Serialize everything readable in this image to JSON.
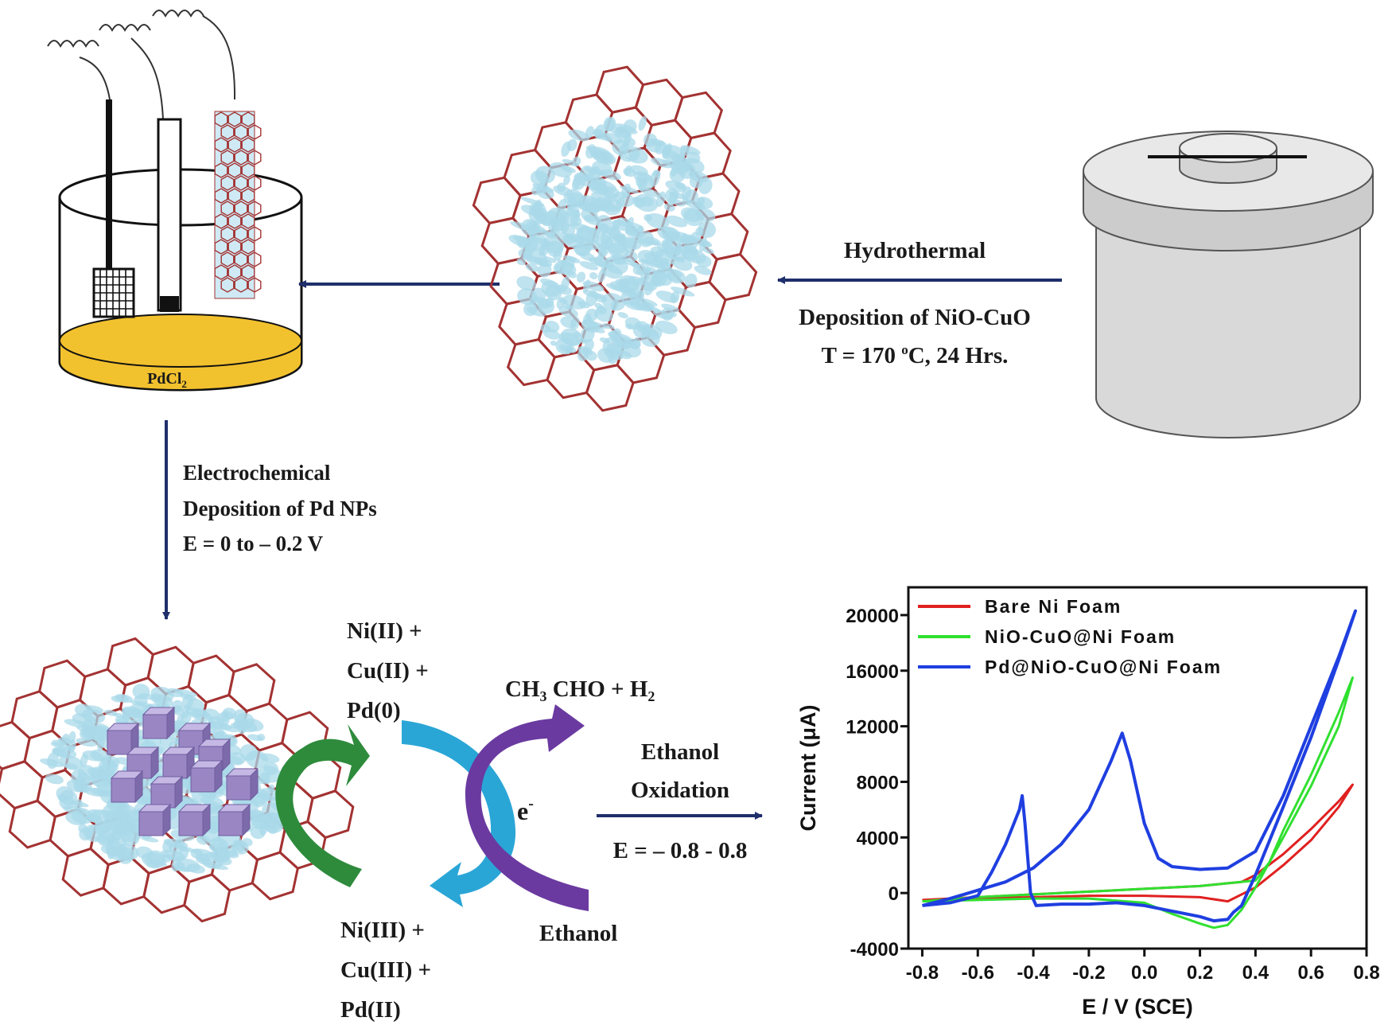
{
  "step1": {
    "line1": "Hydrothermal",
    "line2": "Deposition of NiO-CuO",
    "line3_pre": "T = 170 ",
    "line3_sup": "o",
    "line3_post": "C, 24 Hrs."
  },
  "step2": {
    "line1": "Electrochemical",
    "line2": "Deposition of Pd NPs",
    "line3": "E = 0 to – 0.2 V"
  },
  "beaker": {
    "solution_pre": "PdCl",
    "solution_sub": "2"
  },
  "cycle": {
    "top_left": [
      "Ni(II) +",
      "Cu(II) +",
      "Pd(0)"
    ],
    "bottom_left": [
      "Ni(III) +",
      "Cu(III) +",
      "Pd(II)"
    ],
    "product_a": "CH",
    "product_a_sub": "3",
    "product_b": " CHO + H",
    "product_b_sub": "2",
    "electron": "e",
    "electron_sup": "-",
    "reactant": "Ethanol"
  },
  "step3": {
    "line1": "Ethanol",
    "line2": "Oxidation",
    "line3": "E = – 0.8 - 0.8"
  },
  "colors": {
    "hexagon": "#a33232",
    "deposit": "#a9d9ea",
    "cube": "#9b86c4",
    "arrow": "#1f2f6b",
    "solution": "#f2c12e",
    "green_arrow": "#2e8b3c",
    "cyan_arrow": "#2aa6d6",
    "purple_arrow": "#6a3aa0"
  },
  "chart_data": {
    "type": "line",
    "xlabel": "E  / V (SCE)",
    "ylabel": "Current (μA)",
    "xlim": [
      -0.85,
      0.8
    ],
    "ylim": [
      -4000,
      22000
    ],
    "xticks": [
      "-0.8",
      "-0.6",
      "-0.4",
      "-0.2",
      "0.0",
      "0.2",
      "0.4",
      "0.6",
      "0.8"
    ],
    "xtick_values": [
      -0.8,
      -0.6,
      -0.4,
      -0.2,
      0.0,
      0.2,
      0.4,
      0.6,
      0.8
    ],
    "yticks": [
      "-4000",
      "0",
      "4000",
      "8000",
      "12000",
      "16000",
      "20000"
    ],
    "ytick_values": [
      -4000,
      0,
      4000,
      8000,
      12000,
      16000,
      20000
    ],
    "legend": "top-left",
    "series": [
      {
        "name": "Bare Ni Foam",
        "color": "#e02020",
        "x": [
          -0.8,
          -0.6,
          -0.4,
          -0.2,
          0.0,
          0.2,
          0.3,
          0.4,
          0.5,
          0.6,
          0.7,
          0.75,
          0.7,
          0.6,
          0.5,
          0.4,
          0.35,
          0.3,
          0.2,
          0.0,
          -0.2,
          -0.4,
          -0.6,
          -0.8
        ],
        "y": [
          -500,
          -400,
          -300,
          -200,
          -200,
          -300,
          -600,
          400,
          2000,
          3800,
          6200,
          7800,
          6600,
          4600,
          2800,
          1300,
          800,
          700,
          500,
          300,
          100,
          -100,
          -300,
          -500
        ]
      },
      {
        "name": "NiO-CuO@Ni Foam",
        "color": "#30e030",
        "x": [
          -0.8,
          -0.6,
          -0.4,
          -0.2,
          0.0,
          0.1,
          0.2,
          0.25,
          0.3,
          0.35,
          0.4,
          0.5,
          0.6,
          0.7,
          0.75,
          0.7,
          0.6,
          0.5,
          0.45,
          0.4,
          0.3,
          0.2,
          0.0,
          -0.2,
          -0.4,
          -0.6,
          -0.8
        ],
        "y": [
          -600,
          -500,
          -400,
          -400,
          -700,
          -1500,
          -2200,
          -2500,
          -2300,
          -1200,
          400,
          4000,
          7700,
          12000,
          15500,
          13000,
          8500,
          4500,
          2200,
          900,
          700,
          500,
          300,
          100,
          -100,
          -300,
          -600
        ]
      },
      {
        "name": "Pd@NiO-CuO@Ni Foam",
        "color": "#1f3fe0",
        "x": [
          -0.8,
          -0.7,
          -0.6,
          -0.55,
          -0.5,
          -0.45,
          -0.44,
          -0.43,
          -0.41,
          -0.39,
          -0.3,
          -0.2,
          -0.1,
          0.0,
          0.1,
          0.2,
          0.25,
          0.3,
          0.32,
          0.35,
          0.4,
          0.5,
          0.6,
          0.7,
          0.76,
          0.7,
          0.6,
          0.5,
          0.4,
          0.3,
          0.2,
          0.1,
          0.05,
          0.0,
          -0.05,
          -0.08,
          -0.12,
          -0.2,
          -0.3,
          -0.4,
          -0.5,
          -0.6,
          -0.65,
          -0.7,
          -0.8
        ],
        "y": [
          -900,
          -700,
          -200,
          1500,
          3500,
          6000,
          7000,
          5000,
          0,
          -900,
          -800,
          -800,
          -700,
          -900,
          -1300,
          -1700,
          -2000,
          -1900,
          -1400,
          -900,
          1300,
          6200,
          11200,
          16800,
          20300,
          17000,
          12000,
          7000,
          3000,
          1800,
          1700,
          1900,
          2500,
          5000,
          9500,
          11500,
          9500,
          6000,
          3500,
          1800,
          800,
          200,
          -100,
          -400,
          -900
        ]
      }
    ]
  }
}
